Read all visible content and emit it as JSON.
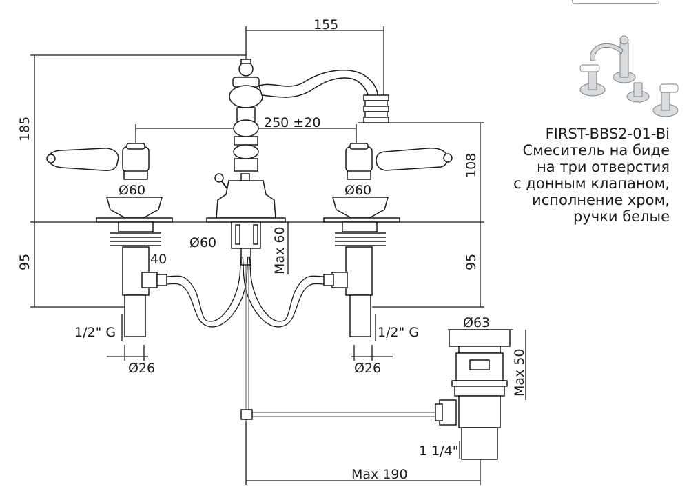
{
  "product": {
    "code": "FIRST-BBS2-01-Bi",
    "description_lines": [
      "Смеситель на биде",
      "на три отверстия",
      "с донным клапаном,",
      "исполнение хром,",
      "ручки белые"
    ]
  },
  "dimensions": {
    "spout_reach": "155",
    "total_height": "185",
    "spacing": "250 ±20",
    "handle_height": "108",
    "left_flange": "Ø60",
    "right_flange": "Ø60",
    "center_flange": "Ø60",
    "max_60": "Max 60",
    "left_below": "95",
    "right_below": "95",
    "left_40": "40",
    "thread_left": "1/2\" G",
    "thread_right": "1/2\" G",
    "left_shank": "Ø26",
    "right_shank": "Ø26",
    "drain_cap": "Ø63",
    "drain_max": "Max 50",
    "drain_thread": "1 1/4\"",
    "drain_reach": "Max 190"
  },
  "colors": {
    "line": "#1a1a1a",
    "background": "#ffffff",
    "gray_line": "#6e6e6e"
  }
}
